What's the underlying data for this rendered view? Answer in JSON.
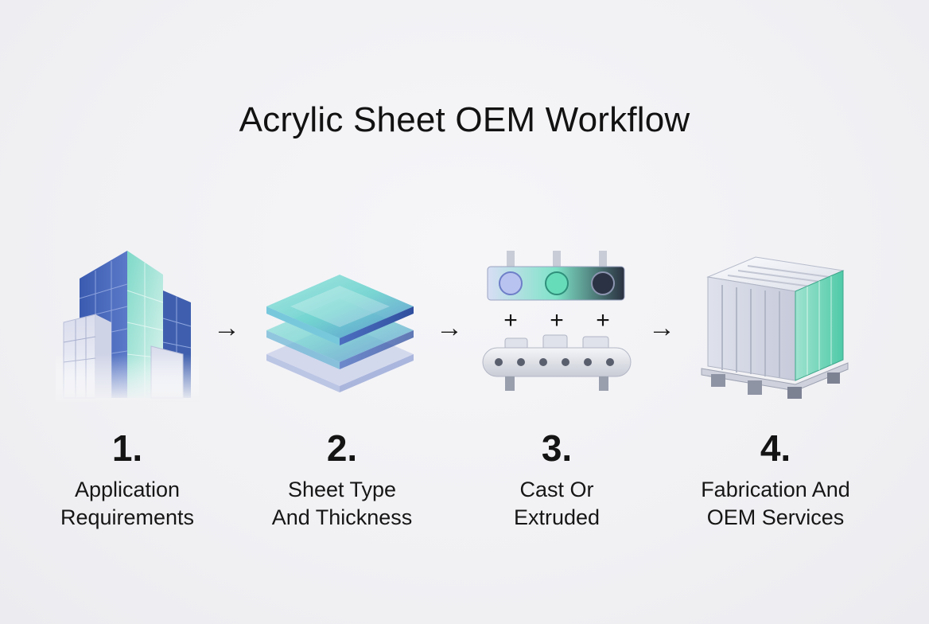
{
  "title": "Acrylic Sheet OEM Workflow",
  "arrow_glyph": "→",
  "steps": [
    {
      "number": "1.",
      "label_line1": "Application",
      "label_line2": "Requirements",
      "icon": "building-icon"
    },
    {
      "number": "2.",
      "label_line1": "Sheet Type",
      "label_line2": "And Thickness",
      "icon": "stacked-sheets-icon"
    },
    {
      "number": "3.",
      "label_line1": "Cast Or",
      "label_line2": "Extruded",
      "icon": "production-line-icon",
      "plus_glyph": "+"
    },
    {
      "number": "4.",
      "label_line1": "Fabrication And",
      "label_line2": "OEM Services",
      "icon": "shipping-crate-icon"
    }
  ],
  "colors": {
    "blue": "#2f4f9e",
    "teal": "#4fd1b5",
    "dark": "#2a2f3a",
    "text": "#121212"
  }
}
